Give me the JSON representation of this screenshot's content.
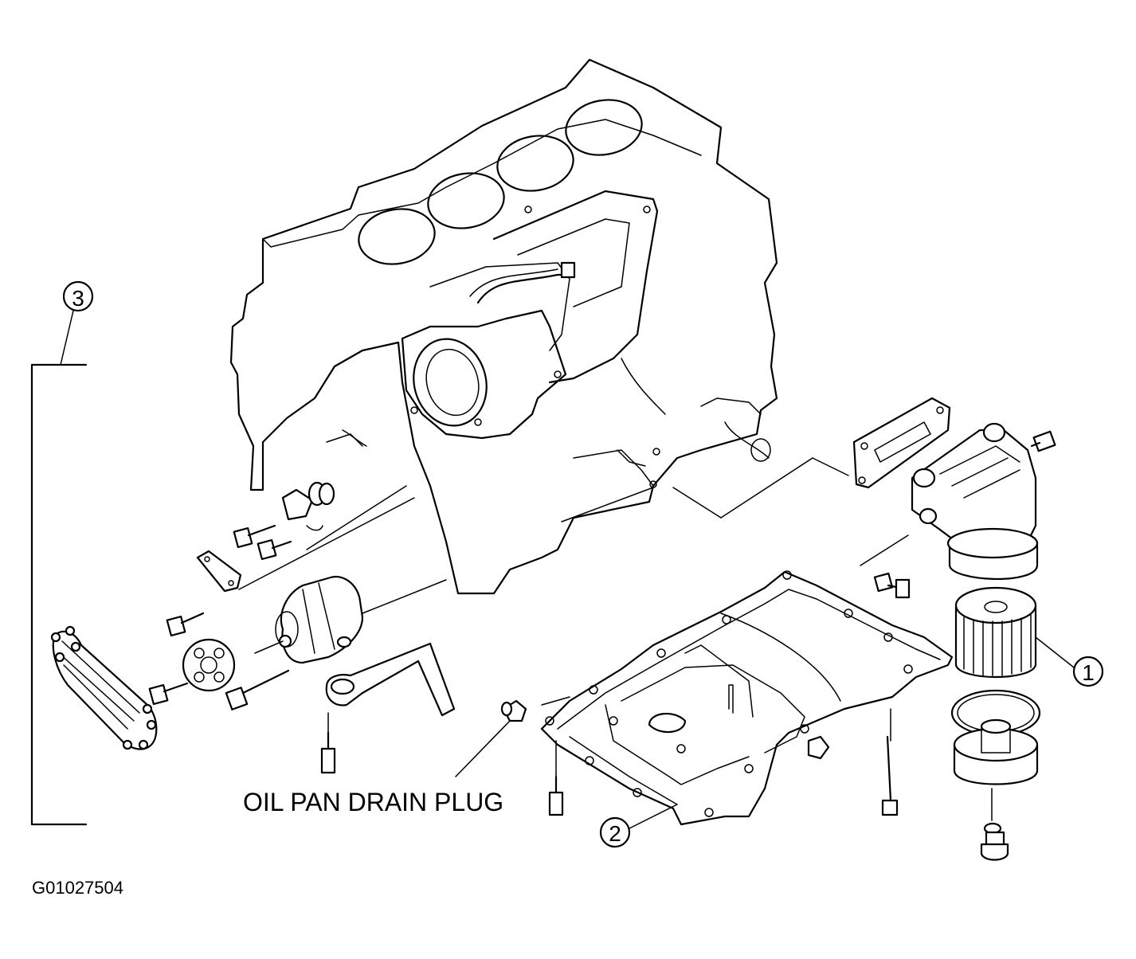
{
  "callouts": [
    {
      "id": "oil-filter",
      "number": "1"
    },
    {
      "id": "oil-pan",
      "number": "2"
    },
    {
      "id": "timing-assembly",
      "number": "3"
    }
  ],
  "labels": {
    "drain_plug": "OIL PAN DRAIN PLUG",
    "figure_id": "G01027504"
  }
}
